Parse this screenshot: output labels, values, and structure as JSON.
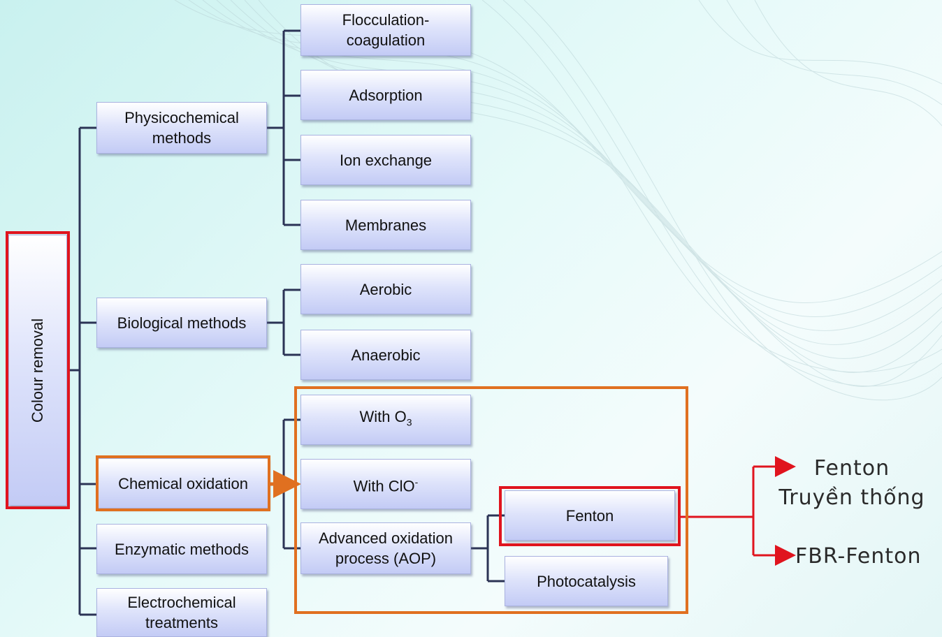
{
  "root": {
    "label": "Colour removal"
  },
  "categories": {
    "physicochemical": "Physicochemical methods",
    "biological": "Biological methods",
    "chemical": "Chemical oxidation",
    "enzymatic": "Enzymatic methods",
    "electrochemical": "Electrochemical treatments"
  },
  "physicochemical_children": {
    "flocculation": "Flocculation-coagulation",
    "adsorption": "Adsorption",
    "ion_exchange": "Ion exchange",
    "membranes": "Membranes"
  },
  "biological_children": {
    "aerobic": "Aerobic",
    "anaerobic": "Anaerobic"
  },
  "chemical_children": {
    "o3_prefix": "With O",
    "o3_sub": "3",
    "clo_prefix": "With ClO",
    "clo_sup": "-",
    "aop": "Advanced oxidation process (AOP)"
  },
  "aop_children": {
    "fenton": "Fenton",
    "photocatalysis": "Photocatalysis"
  },
  "fenton_variants": {
    "traditional_line1": "Fenton",
    "traditional_line2": "Truyền thống",
    "fbr": "FBR-Fenton"
  },
  "colors": {
    "connector": "#2b3355",
    "highlight_red": "#e0141e",
    "highlight_orange": "#e07020"
  }
}
